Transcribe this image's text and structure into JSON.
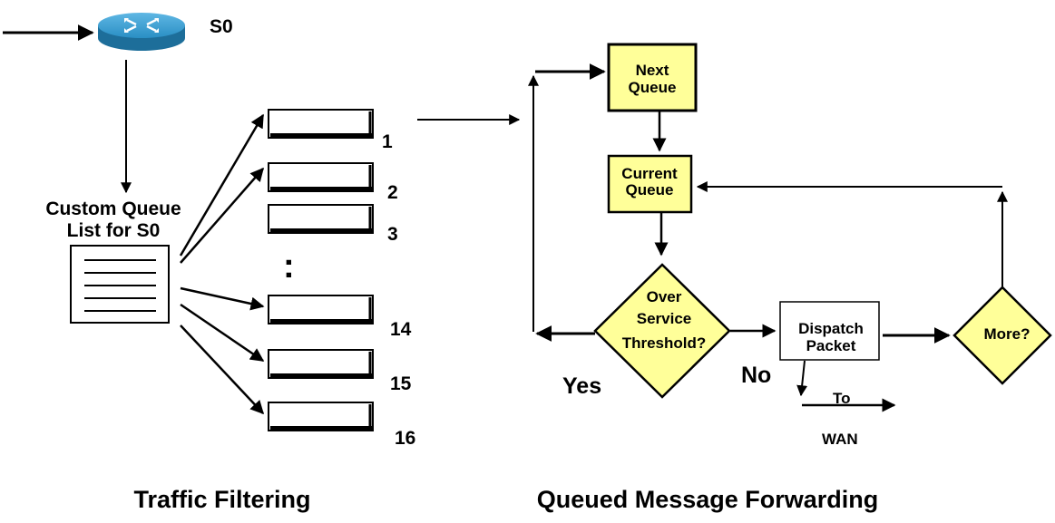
{
  "router": {
    "interface_label": "S0"
  },
  "custom_queue_list": {
    "line1": "Custom Queue",
    "line2": "List for S0"
  },
  "queues": [
    {
      "number": "1"
    },
    {
      "number": "2"
    },
    {
      "number": "3"
    },
    {
      "number": "14"
    },
    {
      "number": "15"
    },
    {
      "number": "16"
    }
  ],
  "ellipsis": ":",
  "flow": {
    "next_queue": {
      "line1": "Next",
      "line2": "Queue"
    },
    "current_queue": {
      "line1": "Current",
      "line2": "Queue"
    },
    "over_threshold": {
      "line1": "Over",
      "line2": "Service",
      "line3": "Threshold?"
    },
    "dispatch_packet": {
      "line1": "Dispatch",
      "line2": "Packet"
    },
    "more": "More?",
    "yes_label": "Yes",
    "no_label": "No",
    "to_label": "To",
    "wan_label": "WAN"
  },
  "sections": {
    "left_title": "Traffic Filtering",
    "right_title": "Queued Message Forwarding"
  },
  "colors": {
    "flow_fill": "#ffff99",
    "router_blue": "#2a8fc4",
    "line": "#000000"
  }
}
